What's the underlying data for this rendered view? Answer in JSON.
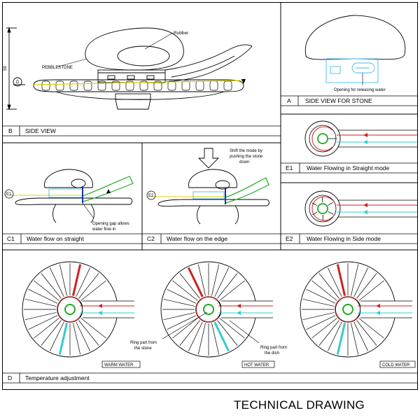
{
  "colors": {
    "line": "#000000",
    "hot": "#cc2222",
    "cold": "#33cccc",
    "flow_green": "#22aa22",
    "flow_yellow": "#e0d000",
    "accent_blue": "#1a2fb0",
    "outline_cyan": "#44bbee"
  },
  "side_view": {
    "label_rubber": "Rubber",
    "label_pebblestone": "PEBBLESTONE",
    "dimension": "59",
    "marker": "D",
    "caption_letter": "B",
    "caption": "SIDE VIEW"
  },
  "stone_view": {
    "note": "Opening for releasing water",
    "caption_letter": "A",
    "caption": "SIDE VIEW FOR STONE"
  },
  "c1": {
    "marker": "E1",
    "note_line1": "Opening gap allows",
    "note_line2": "water flow in",
    "caption_letter": "C1",
    "caption": "Water flow on straight"
  },
  "c2": {
    "marker": "E2",
    "note_line1": "Shift the mode by",
    "note_line2": "pushing the stone",
    "note_line3": "down",
    "caption_letter": "C2",
    "caption": "Water flow on the edge"
  },
  "e1": {
    "caption_letter": "E1",
    "caption": "Water Flowing in Straight mode"
  },
  "e2": {
    "caption_letter": "E2",
    "caption": "Water Flowing in Side mode"
  },
  "temperature": {
    "caption_letter": "D",
    "caption": "Temperature adjustment",
    "ring_stone_line1": "Ring part from",
    "ring_stone_line2": "the stone",
    "ring_dish_line1": "Ring part from",
    "ring_dish_line2": "the dish",
    "dials": [
      {
        "label": "WARM WATER"
      },
      {
        "label": "HOT WATER"
      },
      {
        "label": "COLD WATER"
      }
    ]
  },
  "footer_title": "TECHNICAL DRAWING"
}
